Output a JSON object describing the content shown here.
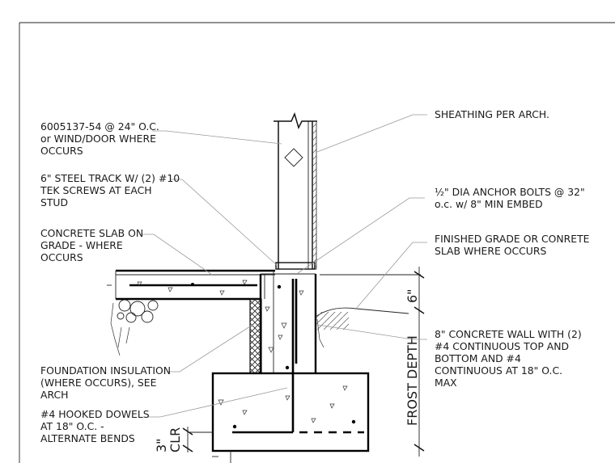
{
  "notes": {
    "stud": [
      "6005137-54 @ 24\" O.C.",
      "or WIND/DOOR WHERE",
      "OCCURS"
    ],
    "track": [
      "6\" STEEL TRACK W/ (2) #10",
      "TEK SCREWS AT EACH",
      "STUD"
    ],
    "slab": [
      "CONCRETE SLAB ON",
      "GRADE - WHERE",
      "OCCURS"
    ],
    "insulation": [
      "FOUNDATION INSULATION",
      "(WHERE OCCURS), SEE",
      "ARCH"
    ],
    "dowels": [
      "#4 HOOKED DOWELS",
      "AT 18\" O.C. -",
      "ALTERNATE BENDS"
    ],
    "sheathing": [
      "SHEATHING PER ARCH."
    ],
    "anchor": [
      "½\" DIA ANCHOR BOLTS @ 32\"",
      "o.c. w/ 8\" MIN EMBED"
    ],
    "grade": [
      "FINISHED GRADE OR CONRETE",
      "SLAB WHERE OCCURS"
    ],
    "wall": [
      "8\" CONCRETE WALL WITH (2)",
      "#4 CONTINUOUS TOP AND",
      "BOTTOM AND #4",
      "CONTINUOUS AT 18\" O.C.",
      "MAX"
    ]
  },
  "dimensions": {
    "six_inch": "6\"",
    "frost_depth": "FROST DEPTH",
    "three_inch": "3\"",
    "clr": "CLR"
  }
}
